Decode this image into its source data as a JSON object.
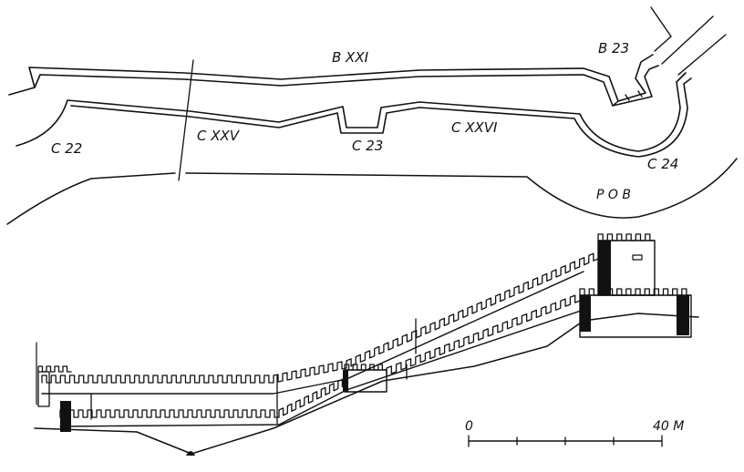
{
  "plan": {
    "wall_labels": [
      "B XXI",
      "C XXV",
      "C XXVI"
    ],
    "tower_labels": [
      "B 23",
      "C 22",
      "C 23",
      "C 24"
    ],
    "moat_label": "P O B"
  },
  "scale_bar": {
    "start_label": "0",
    "end_label": "40 M"
  },
  "colors": {
    "ink": "#111111",
    "paper": "#ffffff"
  }
}
